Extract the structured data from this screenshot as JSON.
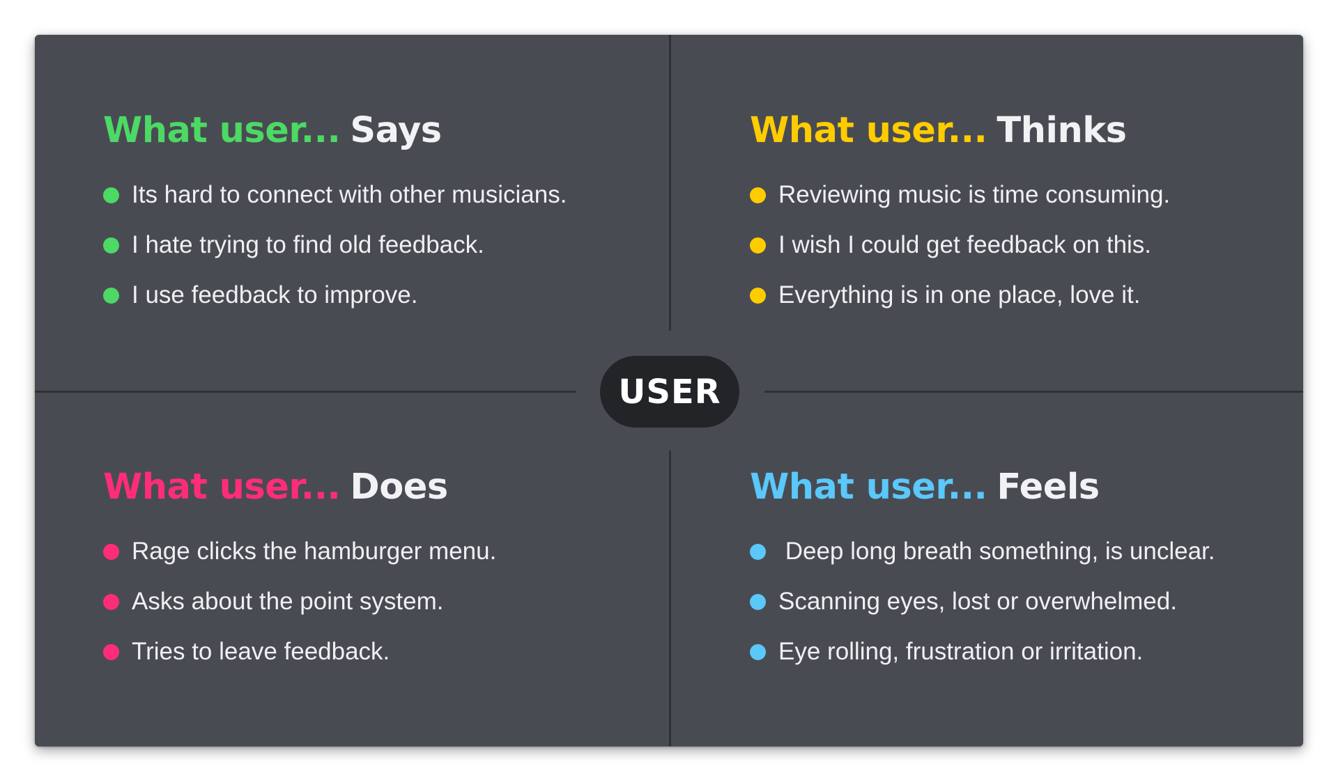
{
  "colors": {
    "says": "#4cd964",
    "thinks": "#ffcc00",
    "does": "#ff2d78",
    "feels": "#5ac8fa"
  },
  "center": {
    "label": "USER"
  },
  "quadrants": {
    "says": {
      "lead": "What user...",
      "tail": "Says",
      "items": [
        "Its hard to connect with other musicians.",
        "I hate trying to find old feedback.",
        "I use feedback to improve."
      ]
    },
    "thinks": {
      "lead": "What user...",
      "tail": "Thinks",
      "items": [
        "Reviewing music is time consuming.",
        "I wish I could get feedback on this.",
        "Everything is in one place, love it."
      ]
    },
    "does": {
      "lead": "What user...",
      "tail": "Does",
      "items": [
        "Rage clicks the hamburger menu.",
        "Asks about the point system.",
        "Tries to leave feedback."
      ]
    },
    "feels": {
      "lead": "What user...",
      "tail": "Feels",
      "items": [
        " Deep long breath something, is unclear.",
        "Scanning eyes, lost or overwhelmed.",
        "Eye rolling, frustration or irritation."
      ]
    }
  }
}
